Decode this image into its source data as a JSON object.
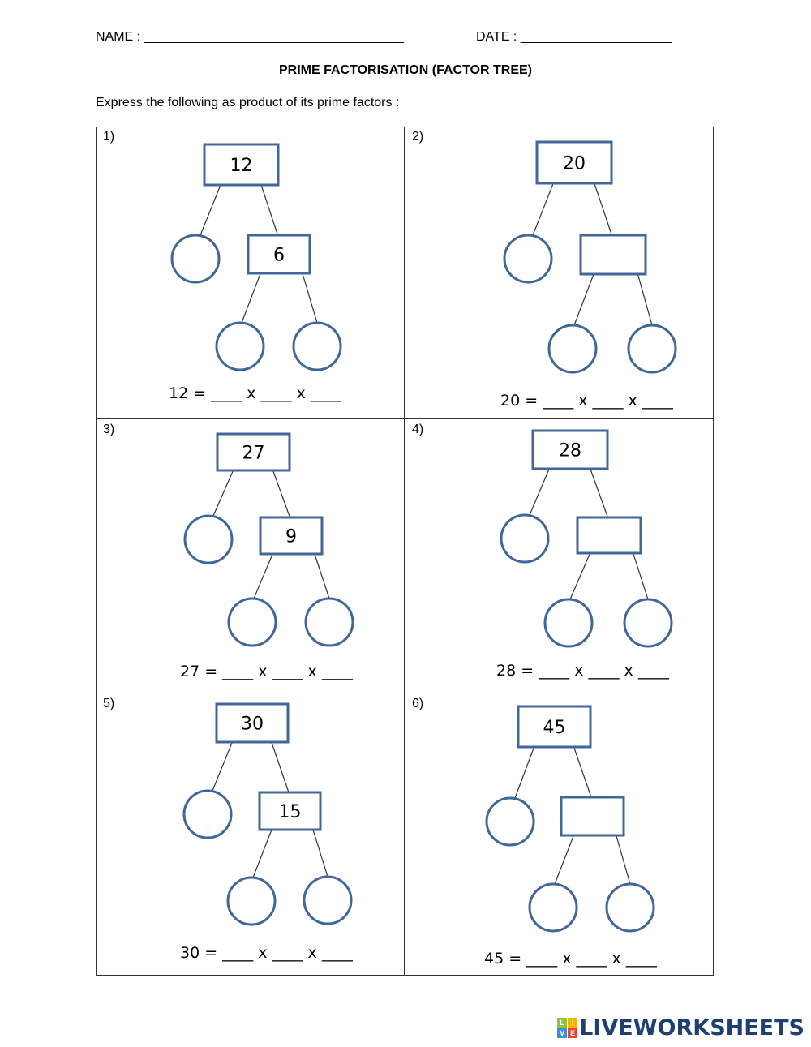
{
  "header": {
    "name_label": "NAME : ____________________________________",
    "date_label": "DATE : _____________________",
    "title": "PRIME FACTORISATION (FACTOR TREE)",
    "instruction": "Express the following as product of its prime factors :"
  },
  "problems": [
    {
      "label": "1)",
      "number": "12",
      "sub": "6",
      "equation": "12 = ____ x ____ x ____"
    },
    {
      "label": "2)",
      "number": "20",
      "sub": "",
      "equation": "20 = ____ x ____ x ____"
    },
    {
      "label": "3)",
      "number": "27",
      "sub": "9",
      "equation": "27 = ____ x ____ x ____"
    },
    {
      "label": "4)",
      "number": "28",
      "sub": "",
      "equation": "28 = ____ x ____ x ____"
    },
    {
      "label": "5)",
      "number": "30",
      "sub": "15",
      "equation": "30 = ____ x ____ x ____"
    },
    {
      "label": "6)",
      "number": "45",
      "sub": "",
      "equation": "45 = ____ x ____ x ____"
    }
  ],
  "logo": {
    "text": "LIVEWORKSHEETS",
    "badge": [
      "L",
      "I",
      "V",
      "E"
    ]
  },
  "colors": {
    "shape_stroke": "#41669a",
    "logo_text": "#1f3f73"
  }
}
